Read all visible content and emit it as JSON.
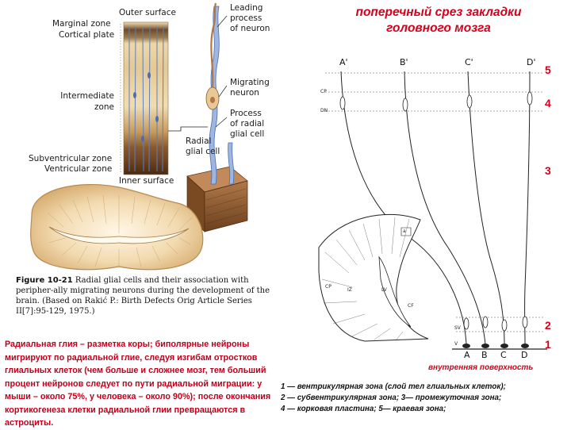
{
  "left_figure": {
    "labels": {
      "marginal_zone": "Marginal zone",
      "cortical_plate": "Cortical plate",
      "outer_surface": "Outer surface",
      "intermediate_zone_line1": "Intermediate",
      "intermediate_zone_line2": "zone",
      "subventricular_zone": "Subventricular zone",
      "ventricular_zone": "Ventricular zone",
      "inner_surface": "Inner surface",
      "leading_process_line1": "Leading",
      "leading_process_line2": "process",
      "leading_process_line3": "of neuron",
      "migrating_neuron_line1": "Migrating",
      "migrating_neuron_line2": "neuron",
      "process_radial_line1": "Process",
      "process_radial_line2": "of radial",
      "process_radial_line3": "glial cell",
      "radial_glial_line1": "Radial",
      "radial_glial_line2": "glial cell"
    },
    "caption": {
      "figure_number": "Figure 10-21",
      "text": "Radial glial cells and their association with peripher-ally migrating neurons during the development of the brain. (Based on Rakić P.: Birth Defects Orig Article Series II[7]:95-129, 1975.)"
    }
  },
  "left_text": "Радиальная глия – разметка коры; биполярные нейроны мигрируют по радиальной глие, следуя изгибам отростков глиальных клеток (чем больше и сложнее мозг, тем больший процент нейронов следует по пути радиальной миграции: у мыши – около 75%, у человека – около 90%); после окончания кортикогенеза клетки радиальной глии превращаются в астроциты.",
  "title": "поперечный срез закладки головного мозга",
  "right_figure": {
    "top_columns": [
      "A'",
      "B'",
      "C'",
      "D'"
    ],
    "bottom_columns": [
      "A",
      "B",
      "C",
      "D"
    ],
    "left_tags": [
      "CP",
      "DN",
      "SV",
      "V"
    ],
    "small_tags": [
      "CP",
      "IZ",
      "LV",
      "CF",
      "a"
    ],
    "zone_numbers": [
      "5",
      "4",
      "3",
      "2",
      "1"
    ],
    "inner_surface": "внутренняя поверхность"
  },
  "legend": [
    "1 — вентрикулярная зона (слой тел глиальных клеток);",
    "2 — субвентрикулярная зона; 3— промежуточная зона;",
    "4 — корковая пластина; 5— краевая зона;"
  ],
  "colors": {
    "accent_red": "#d4001c",
    "caption_red": "#c0001a",
    "tissue_tan": "#d9b27a",
    "tissue_brown": "#8b5a2b",
    "glia_blue": "#5b7fc0"
  }
}
